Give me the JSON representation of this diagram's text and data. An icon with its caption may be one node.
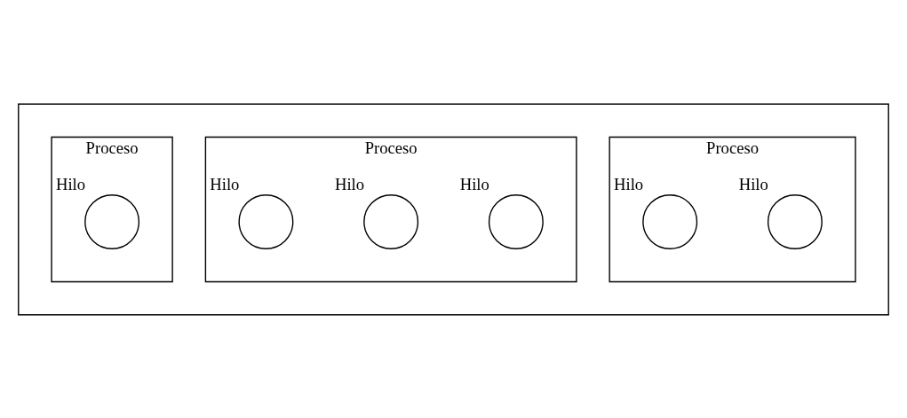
{
  "diagram": {
    "nodes": [
      {
        "text": [],
        "shape": "box"
      },
      {
        "text": [
          "Proceso"
        ],
        "in": 0
      },
      {
        "text": [],
        "shape": "circle",
        "beside": [
          "Hilo"
        ],
        "in": 1
      },
      {
        "text": [],
        "shape": "circle",
        "beside": [
          "Hilo"
        ],
        "in": 1
      },
      {
        "text": [
          "Proceso"
        ],
        "in": 0
      },
      {
        "text": [],
        "shape": "circle",
        "beside": [
          "Hilo"
        ],
        "in": 4
      },
      {
        "text": [],
        "shape": "circle",
        "beside": [
          "Hilo"
        ],
        "in": 4
      },
      {
        "text": [],
        "shape": "circle",
        "beside": [
          "Hilo"
        ],
        "in": 4
      },
      {
        "text": [
          "Proceso"
        ],
        "in": 0
      },
      {
        "text": [],
        "shape": "circle",
        "beside": [
          "Hilo"
        ],
        "in": 8
      }
    ]
  }
}
